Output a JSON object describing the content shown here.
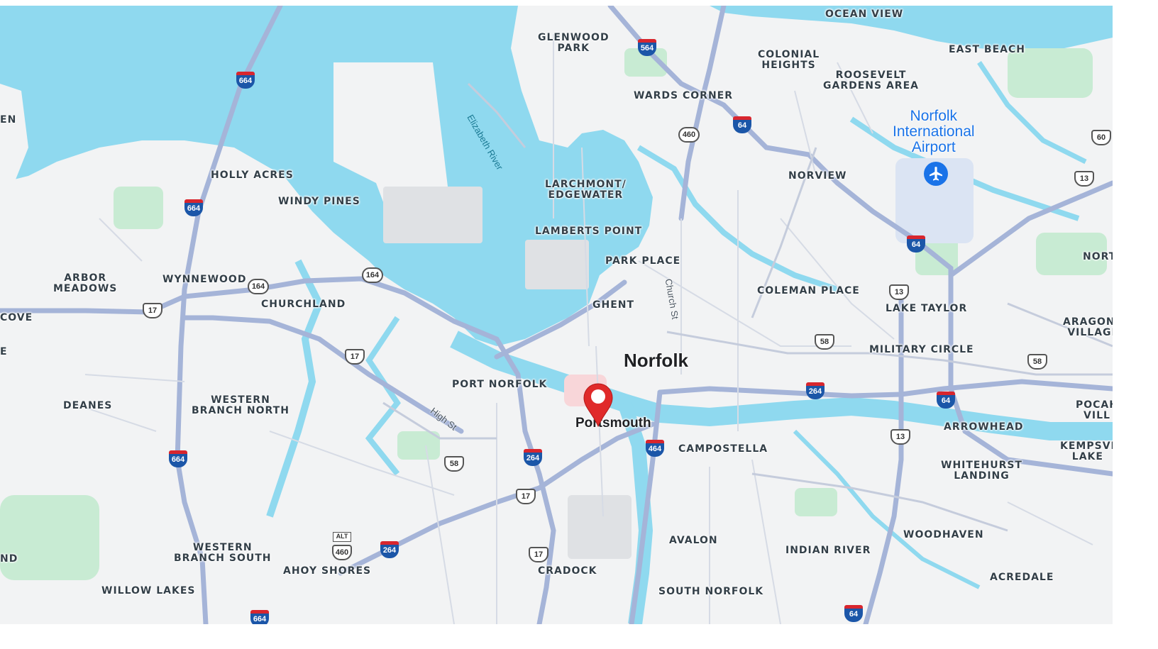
{
  "map": {
    "neighborhoods": [
      {
        "id": "ocean-view",
        "text": "OCEAN VIEW"
      },
      {
        "id": "east-beach",
        "text": "EAST BEACH"
      },
      {
        "id": "glenwood-park",
        "text": "GLENWOOD\nPARK"
      },
      {
        "id": "colonial-heights",
        "text": "COLONIAL\nHEIGHTS"
      },
      {
        "id": "roosevelt-gardens",
        "text": "ROOSEVELT\nGARDENS AREA"
      },
      {
        "id": "wards-corner",
        "text": "WARDS CORNER"
      },
      {
        "id": "holly-acres",
        "text": "HOLLY ACRES"
      },
      {
        "id": "windy-pines",
        "text": "WINDY PINES"
      },
      {
        "id": "larchmont-edgewater",
        "text": "LARCHMONT/\nEDGEWATER"
      },
      {
        "id": "norview",
        "text": "NORVIEW"
      },
      {
        "id": "lamberts-point",
        "text": "LAMBERTS POINT"
      },
      {
        "id": "park-place",
        "text": "PARK PLACE"
      },
      {
        "id": "arbor-meadows",
        "text": "ARBOR\nMEADOWS"
      },
      {
        "id": "wynnewood",
        "text": "WYNNEWOOD"
      },
      {
        "id": "churchland",
        "text": "CHURCHLAND"
      },
      {
        "id": "ghent",
        "text": "GHENT"
      },
      {
        "id": "coleman-place",
        "text": "COLEMAN PLACE"
      },
      {
        "id": "lake-taylor",
        "text": "LAKE TAYLOR"
      },
      {
        "id": "north-partial",
        "text": "NORT"
      },
      {
        "id": "cove-partial",
        "text": "COVE"
      },
      {
        "id": "aragona-village",
        "text": "ARAGONA\nVILLAGE"
      },
      {
        "id": "military-circle",
        "text": "MILITARY CIRCLE"
      },
      {
        "id": "port-norfolk",
        "text": "PORT NORFOLK"
      },
      {
        "id": "deanes",
        "text": "DEANES"
      },
      {
        "id": "western-branch-north",
        "text": "WESTERN\nBRANCH NORTH"
      },
      {
        "id": "campostella",
        "text": "CAMPOSTELLA"
      },
      {
        "id": "arrowhead",
        "text": "ARROWHEAD"
      },
      {
        "id": "pocahontas-partial",
        "text": "POCAH\nVILL"
      },
      {
        "id": "kempsville-lake",
        "text": "KEMPSVI\nLAKE"
      },
      {
        "id": "whitehurst-landing",
        "text": "WHITEHURST\nLANDING"
      },
      {
        "id": "woodhaven",
        "text": "WOODHAVEN"
      },
      {
        "id": "avalon",
        "text": "AVALON"
      },
      {
        "id": "indian-river",
        "text": "INDIAN RIVER"
      },
      {
        "id": "western-branch-south",
        "text": "WESTERN\nBRANCH SOUTH"
      },
      {
        "id": "ahoy-shores",
        "text": "AHOY SHORES"
      },
      {
        "id": "cradock",
        "text": "CRADOCK"
      },
      {
        "id": "acredale",
        "text": "ACREDALE"
      },
      {
        "id": "willow-lakes",
        "text": "WILLOW LAKES"
      },
      {
        "id": "south-norfolk",
        "text": "SOUTH NORFOLK"
      },
      {
        "id": "en-partial",
        "text": "EN"
      },
      {
        "id": "e-partial",
        "text": "E"
      },
      {
        "id": "nd-partial",
        "text": "ND"
      }
    ],
    "cities": [
      {
        "id": "norfolk",
        "text": "Norfolk"
      },
      {
        "id": "portsmouth",
        "text": "Portsmouth"
      }
    ],
    "water": [
      {
        "id": "elizabeth-river",
        "text": "Elizabeth River"
      }
    ],
    "roads": [
      {
        "id": "high-st",
        "text": "High St"
      },
      {
        "id": "church-st",
        "text": "Church St"
      }
    ],
    "poi": {
      "airport": "Norfolk\nInternational\nAirport"
    },
    "shields": [
      {
        "id": "i664-top",
        "kind": "interstate",
        "text": "664"
      },
      {
        "id": "i564",
        "kind": "interstate",
        "text": "564"
      },
      {
        "id": "i64-top",
        "kind": "interstate",
        "text": "64"
      },
      {
        "id": "sr460-top",
        "kind": "state",
        "text": "460"
      },
      {
        "id": "i664-mid",
        "kind": "interstate",
        "text": "664"
      },
      {
        "id": "i64-airport",
        "kind": "interstate",
        "text": "64"
      },
      {
        "id": "sr164-a",
        "kind": "state",
        "text": "164"
      },
      {
        "id": "sr164-b",
        "kind": "state",
        "text": "164"
      },
      {
        "id": "us17-west",
        "kind": "us",
        "text": "17"
      },
      {
        "id": "us17-mid",
        "kind": "us",
        "text": "17"
      },
      {
        "id": "us13-north",
        "kind": "us",
        "text": "13"
      },
      {
        "id": "us58-east",
        "kind": "us",
        "text": "58"
      },
      {
        "id": "us58-far",
        "kind": "us",
        "text": "58"
      },
      {
        "id": "i264-east",
        "kind": "interstate",
        "text": "264"
      },
      {
        "id": "i64-east",
        "kind": "interstate",
        "text": "64"
      },
      {
        "id": "i464",
        "kind": "interstate",
        "text": "464"
      },
      {
        "id": "i264-ports",
        "kind": "interstate",
        "text": "264"
      },
      {
        "id": "us58-west",
        "kind": "us",
        "text": "58"
      },
      {
        "id": "i664-south",
        "kind": "interstate",
        "text": "664"
      },
      {
        "id": "us13-south",
        "kind": "us",
        "text": "13"
      },
      {
        "id": "us17-south",
        "kind": "us",
        "text": "17"
      },
      {
        "id": "alt-460",
        "kind": "alt",
        "text": "ALT"
      },
      {
        "id": "us460-south",
        "kind": "us",
        "text": "460"
      },
      {
        "id": "i264-south",
        "kind": "interstate",
        "text": "264"
      },
      {
        "id": "us17-cradock",
        "kind": "us",
        "text": "17"
      },
      {
        "id": "i64-bottom",
        "kind": "interstate",
        "text": "64"
      },
      {
        "id": "us13-far",
        "kind": "us",
        "text": "13"
      },
      {
        "id": "us60",
        "kind": "us",
        "text": "60"
      },
      {
        "id": "i664-bottom",
        "kind": "interstate",
        "text": "664"
      }
    ]
  }
}
